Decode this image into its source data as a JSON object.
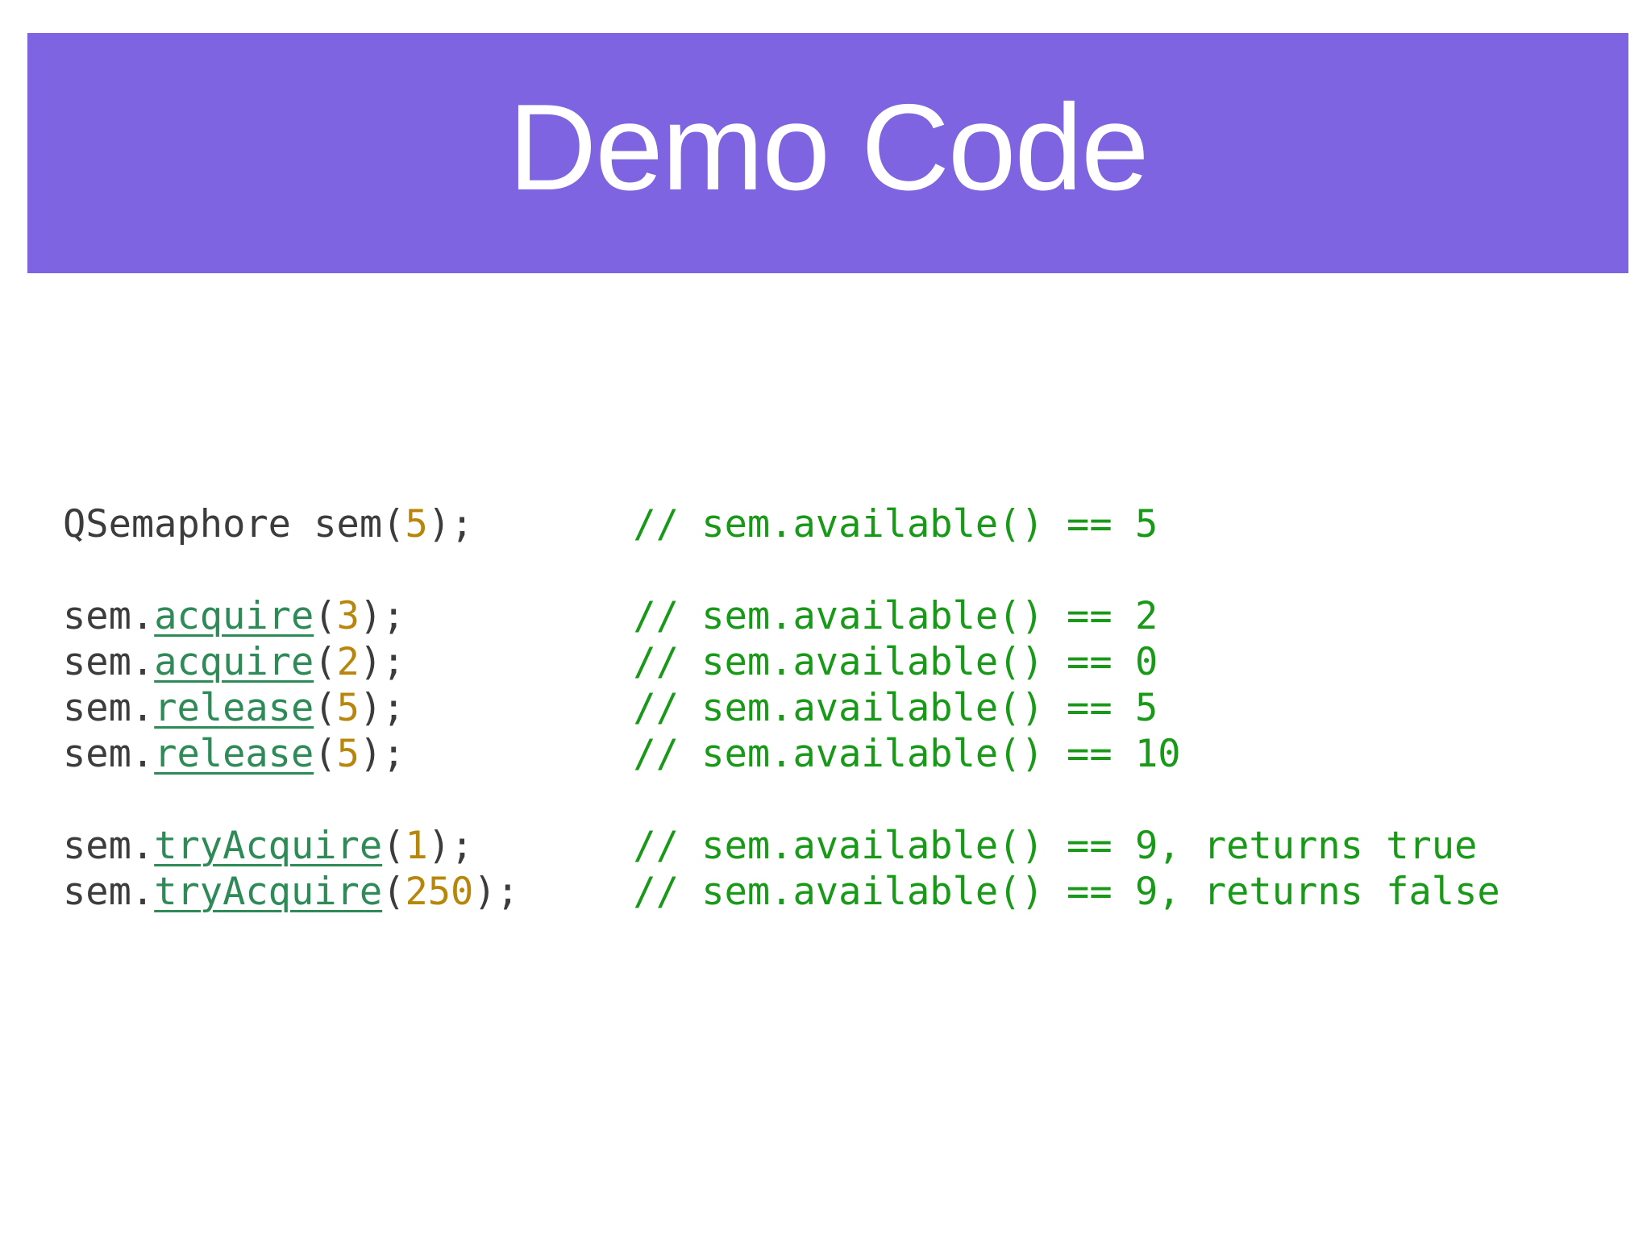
{
  "slide": {
    "title": "Demo Code"
  },
  "colors": {
    "banner_bg": "#7e64e0",
    "title_text": "#ffffff",
    "page_bg": "#ffffff",
    "code_plain": "#3c3c3c",
    "code_method": "#2e8b57",
    "code_number": "#b8860b",
    "code_comment": "#189a18"
  },
  "code": {
    "lines": [
      {
        "seg": [
          [
            "QSemaphore sem(",
            "p"
          ],
          [
            "5",
            "n"
          ],
          [
            ");       ",
            "p"
          ],
          [
            "// sem.available() == 5",
            "c"
          ]
        ]
      },
      {
        "seg": []
      },
      {
        "seg": [
          [
            "sem.",
            "p"
          ],
          [
            "acquire",
            "m"
          ],
          [
            "(",
            "p"
          ],
          [
            "3",
            "n"
          ],
          [
            ");          ",
            "p"
          ],
          [
            "// sem.available() == 2",
            "c"
          ]
        ]
      },
      {
        "seg": [
          [
            "sem.",
            "p"
          ],
          [
            "acquire",
            "m"
          ],
          [
            "(",
            "p"
          ],
          [
            "2",
            "n"
          ],
          [
            ");          ",
            "p"
          ],
          [
            "// sem.available() == 0",
            "c"
          ]
        ]
      },
      {
        "seg": [
          [
            "sem.",
            "p"
          ],
          [
            "release",
            "m"
          ],
          [
            "(",
            "p"
          ],
          [
            "5",
            "n"
          ],
          [
            ");          ",
            "p"
          ],
          [
            "// sem.available() == 5",
            "c"
          ]
        ]
      },
      {
        "seg": [
          [
            "sem.",
            "p"
          ],
          [
            "release",
            "m"
          ],
          [
            "(",
            "p"
          ],
          [
            "5",
            "n"
          ],
          [
            ");          ",
            "p"
          ],
          [
            "// sem.available() == 10",
            "c"
          ]
        ]
      },
      {
        "seg": []
      },
      {
        "seg": [
          [
            "sem.",
            "p"
          ],
          [
            "tryAcquire",
            "m"
          ],
          [
            "(",
            "p"
          ],
          [
            "1",
            "n"
          ],
          [
            ");       ",
            "p"
          ],
          [
            "// sem.available() == 9, returns true",
            "c"
          ]
        ]
      },
      {
        "seg": [
          [
            "sem.",
            "p"
          ],
          [
            "tryAcquire",
            "m"
          ],
          [
            "(",
            "p"
          ],
          [
            "250",
            "n"
          ],
          [
            ");     ",
            "p"
          ],
          [
            "// sem.available() == 9, returns false",
            "c"
          ]
        ]
      }
    ]
  }
}
